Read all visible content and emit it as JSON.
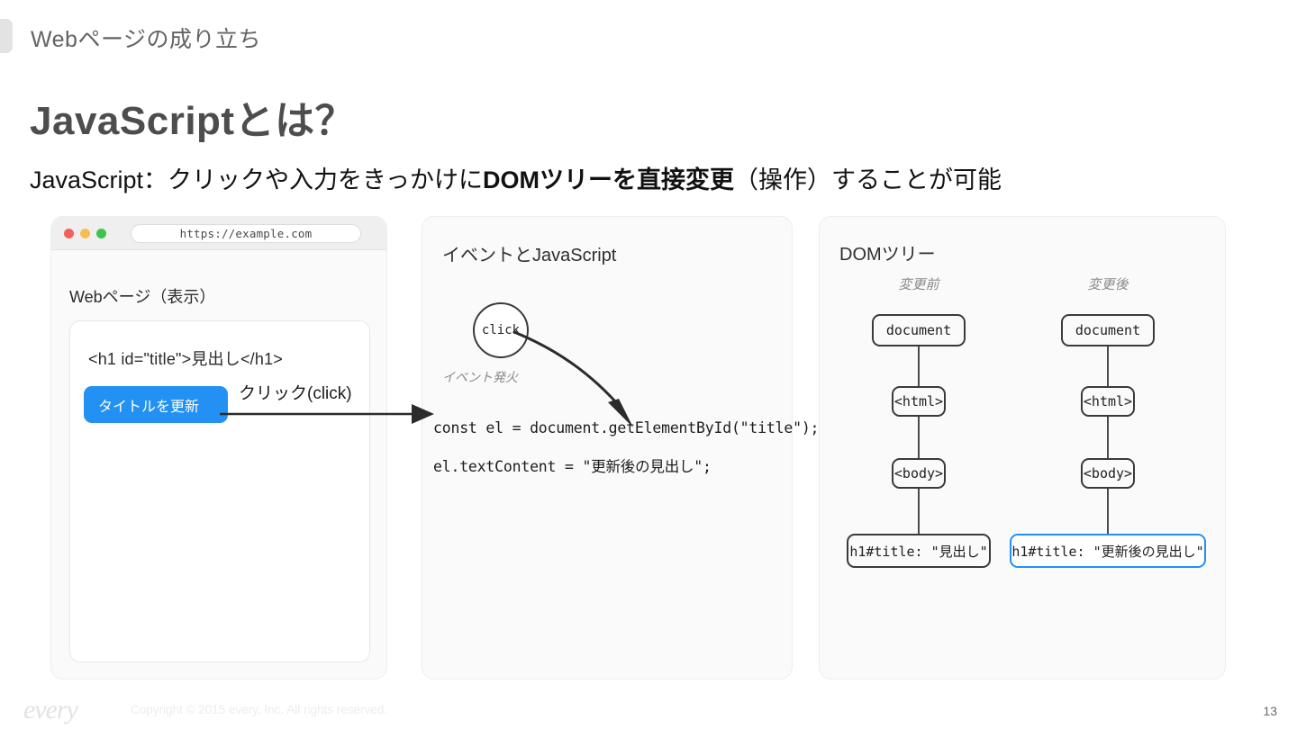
{
  "header": {
    "eyebrow": "Webページの成り立ち",
    "title": "JavaScriptとは？",
    "subtitle_part1": "JavaScript：クリックや入力をきっかけに",
    "subtitle_bold": "DOMツリーを直接変更",
    "subtitle_part2": "（操作）することが可能"
  },
  "browser_panel": {
    "url": "https://example.com",
    "page_label": "Webページ（表示）",
    "h1_code": "<h1 id=\"title\">見出し</h1>",
    "button_label": "タイトルを更新",
    "traffic_lights": [
      "close-red",
      "minimize-yellow",
      "maximize-green"
    ]
  },
  "connector": {
    "click_label": "クリック(click)"
  },
  "event_panel": {
    "title": "イベントとJavaScript",
    "circle_label": "click",
    "fire_label": "イベント発火",
    "code_line_1": "const el = document.getElementById(\"title\");",
    "code_line_2": "el.textContent = \"更新後の見出し\";"
  },
  "dom_panel": {
    "title": "DOMツリー",
    "trees": [
      {
        "label": "変更前",
        "nodes": [
          "document",
          "<html>",
          "<body>",
          "h1#title: \"見出し\""
        ],
        "highlighted": false
      },
      {
        "label": "変更後",
        "nodes": [
          "document",
          "<html>",
          "<body>",
          "h1#title: \"更新後の見出し\""
        ],
        "highlighted": true
      }
    ]
  },
  "footer": {
    "logo": "every",
    "copyright": "Copyright © 2015 every, Inc. All rights reserved.",
    "page_number": "13"
  },
  "colors": {
    "accent_blue": "#2391f3",
    "title_gray": "#4d4d4d",
    "panel_bg": "#fafafa",
    "node_border": "#3a3a3a"
  }
}
